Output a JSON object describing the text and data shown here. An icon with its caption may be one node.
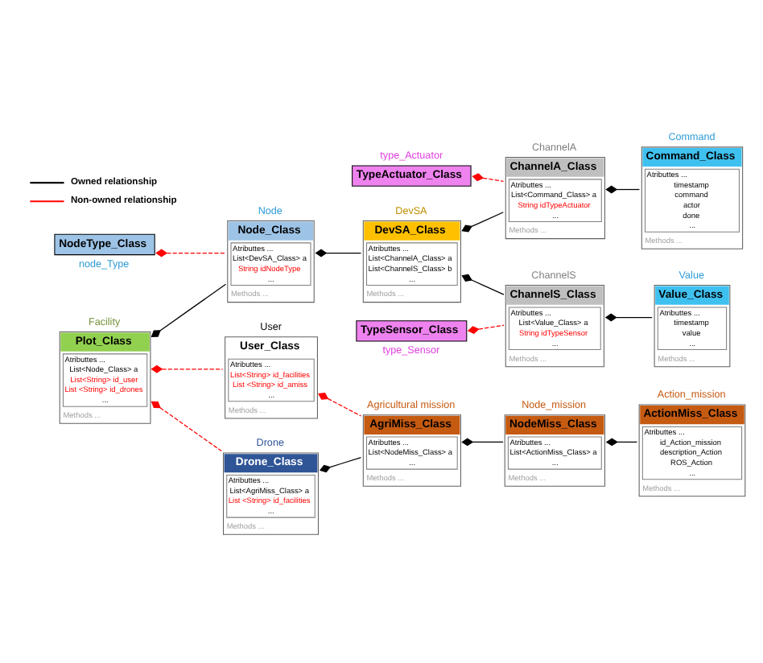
{
  "diagram": {
    "nodes": [
      {
        "text": [
          "Facility",
          "Plot_Class",
          "Atributtes ...",
          "List<Node_Class> a",
          "List<String> id_user",
          "List <String> id_drones",
          "...",
          "Methods ..."
        ]
      },
      {
        "text": [
          "Node",
          "Node_Class",
          "Atributtes ...",
          "List<DevSA_Class> a",
          "String idNodeType",
          "...",
          "Methods ..."
        ]
      },
      {
        "text": [
          "DevSA",
          "DevSA_Class",
          "Atributtes ...",
          "List<ChannelA_Class> a",
          "List<ChannelS_Class> b",
          "...",
          "Methods ..."
        ]
      },
      {
        "text": [
          "ChannelA",
          "ChannelA_Class",
          "Atributtes ...",
          "List<Command_Class> a",
          "String idTypeActuator",
          "...",
          "Methods ..."
        ]
      },
      {
        "text": [
          "User",
          "User_Class",
          "Atributtes ...",
          "List<String> id_facilities",
          "List <String> id_amiss",
          "...",
          "Methods ..."
        ]
      },
      {
        "text": [
          "NodeType_Class",
          "node_Type"
        ]
      },
      {
        "text": [
          "ChannelS",
          "ChannelS_Class",
          "Atributtes ...",
          "List<Value_Class> a",
          "String idTypeSensor",
          "...",
          "Methods ..."
        ]
      },
      {
        "text": [
          "Command",
          "Command_Class",
          "Atributtes ...",
          "timestamp",
          "command",
          "actor",
          "done",
          "...",
          "Methods ..."
        ]
      },
      {
        "text": [
          "TypeSensor_Class",
          "type_Sensor"
        ]
      },
      {
        "text": [
          "type_Actuator",
          "TypeActuator_Class"
        ]
      },
      {
        "text": [
          "Value",
          "Value_Class",
          "Atributtes ...",
          "timestamp",
          "value",
          "...",
          "Methods ..."
        ]
      },
      {
        "text": [
          "Agricultural mission",
          "AgriMiss_Class",
          "Atributtes ...",
          "List<NodeMiss_Class> a",
          "...",
          "Methods ..."
        ]
      },
      {
        "text": [
          "Node_mission",
          "NodeMiss_Class",
          "Atributtes ...",
          "List<ActionMiss_Class> a",
          "...",
          "Methods ..."
        ]
      },
      {
        "text": [
          "Action_mission",
          "ActionMiss_Class",
          "Atributtes ...",
          "id_Action_mission",
          "description_Action",
          "ROS_Action",
          "...",
          "Methods ..."
        ]
      },
      {
        "text": [
          "Drone",
          "Drone_Class",
          "Atributtes ...",
          "List<AgriMiss_Class> a",
          "List <String> id_facilities",
          "...",
          "Methods ..."
        ]
      }
    ],
    "edges": [
      {
        "from": 0,
        "to": 1,
        "arrow": "other"
      },
      {
        "from": 1,
        "to": 2,
        "arrow": "other"
      },
      {
        "from": 2,
        "to": 3,
        "arrow": "other"
      },
      {
        "from": 2,
        "to": 6,
        "arrow": "other"
      },
      {
        "from": 3,
        "to": 7,
        "arrow": "other"
      },
      {
        "from": 6,
        "to": 10,
        "arrow": "other"
      },
      {
        "from": 11,
        "to": 12,
        "arrow": "other"
      },
      {
        "from": 12,
        "to": 13,
        "arrow": "other"
      },
      {
        "from": 14,
        "to": 11,
        "arrow": "other"
      },
      {
        "from": 0,
        "to": 4,
        "arrow": "other",
        "style": "dashed",
        "color": "#ff0000"
      },
      {
        "from": 0,
        "to": 14,
        "arrow": "other",
        "style": "dashed",
        "color": "#ff0000"
      },
      {
        "from": 4,
        "to": 11,
        "arrow": "other",
        "style": "dashed",
        "color": "#ff0000"
      },
      {
        "from": 5,
        "to": 1,
        "arrow": "other",
        "style": "dashed",
        "color": "#ff0000"
      },
      {
        "from": 8,
        "to": 6,
        "arrow": "other",
        "style": "dashed",
        "color": "#ff0000"
      },
      {
        "from": 9,
        "to": 3,
        "arrow": "other",
        "style": "dashed",
        "color": "#ff0000"
      }
    ],
    "legend": [
      {
        "text": "Owned relationship"
      },
      {
        "text": "Non-owned relationship"
      }
    ]
  }
}
